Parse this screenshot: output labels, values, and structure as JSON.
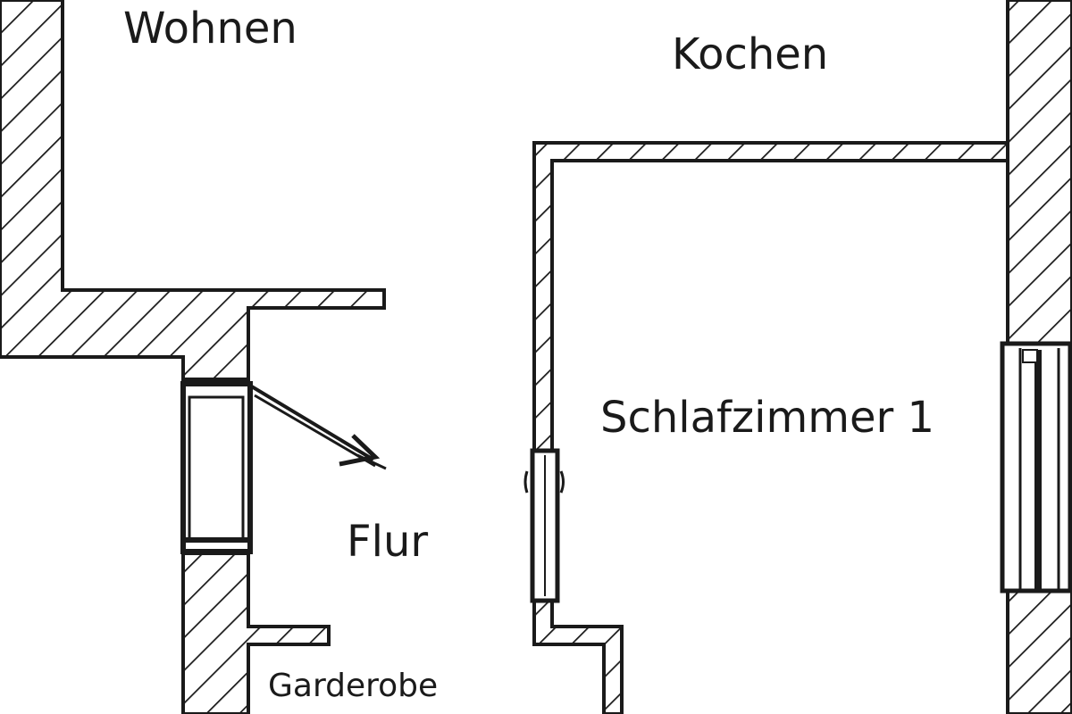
{
  "rooms": {
    "wohnen": "Wohnen",
    "kochen": "Kochen",
    "schlafzimmer": "Schlafzimmer 1",
    "flur": "Flur",
    "garderobe": "Garderobe"
  },
  "colors": {
    "wall_line": "#1a1a1a",
    "hatch": "#1a1a1a",
    "background": "#ffffff"
  }
}
